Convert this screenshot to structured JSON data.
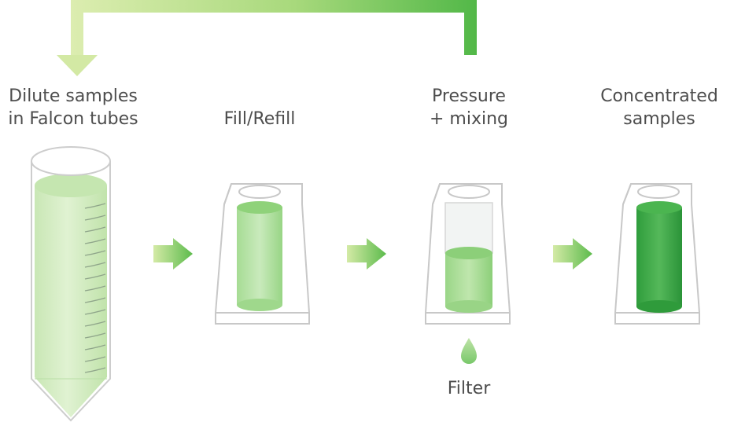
{
  "steps": {
    "dilute": {
      "line1": "Dilute samples",
      "line2": "in Falcon tubes"
    },
    "fill": {
      "line1": "Fill/Refill"
    },
    "pressure": {
      "line1": "Pressure",
      "line2": "+ mixing"
    },
    "concentrated": {
      "line1": "Concentrated",
      "line2": "samples"
    }
  },
  "filter_label": "Filter",
  "colors": {
    "text": "#4d4d4d",
    "arrow_light": "#d3e9a4",
    "arrow_dark": "#4cb648",
    "liquid_light": "#cfe9bd",
    "liquid_mid": "#7ccd72",
    "liquid_dark": "#2b9e3b",
    "outline": "#c8c8c8"
  },
  "icons": [
    "loop-arrow-icon",
    "step-arrow-icon",
    "droplet-icon",
    "falcon-tube-icon",
    "concentrator-device-icon"
  ]
}
